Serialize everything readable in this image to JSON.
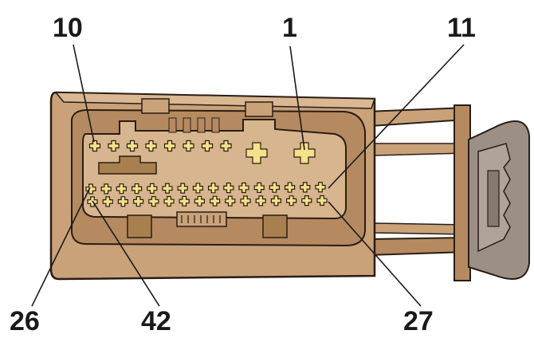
{
  "diagram": {
    "pin_labels": {
      "pin_10": "10",
      "pin_1": "1",
      "pin_11": "11",
      "pin_26": "26",
      "pin_42": "42",
      "pin_27": "27"
    },
    "pin_counts": {
      "row_1_small": 8,
      "row_1_large": 2,
      "row_2": 16,
      "row_3": 16
    },
    "colors": {
      "housing_light": "#c9a27a",
      "housing_mid": "#b58a60",
      "housing_dark": "#7a5a3a",
      "face": "#d7b58e",
      "terminal": "#f4e28a",
      "outline": "#2a1d12",
      "grey_latch": "#9c8f85"
    }
  }
}
